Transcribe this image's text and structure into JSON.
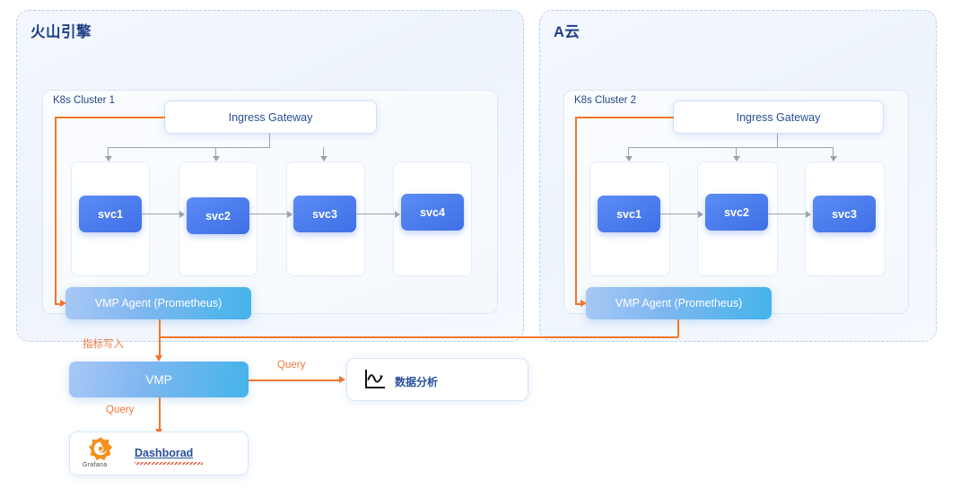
{
  "diagram": {
    "clouds": [
      {
        "title": "火山引擎",
        "cluster_label": "K8s Cluster 1",
        "gateway_label": "Ingress Gateway",
        "services": [
          "svc1",
          "svc2",
          "svc3",
          "svc4"
        ],
        "agent_label": "VMP Agent (Prometheus)"
      },
      {
        "title": "A云",
        "cluster_label": "K8s Cluster 2",
        "gateway_label": "Ingress Gateway",
        "services": [
          "svc1",
          "svc2",
          "svc3"
        ],
        "agent_label": "VMP Agent (Prometheus)"
      }
    ],
    "vmp": {
      "label": "VMP"
    },
    "analysis_card": {
      "label": "数据分析",
      "icon": "line-chart-icon"
    },
    "dashboard_card": {
      "label": "Dashborad",
      "logo_word": "Grafana",
      "icon": "grafana-logo-icon"
    },
    "edges": {
      "metrics_write": "指标写入",
      "query_analysis": "Query",
      "query_dashboard": "Query"
    },
    "colors": {
      "orange": "#f4762a",
      "gray_line": "#9aa3ad",
      "service_blue": "#3f6fe6",
      "title_blue": "#1f3f87",
      "panel_border": "#b9d0ef"
    }
  }
}
